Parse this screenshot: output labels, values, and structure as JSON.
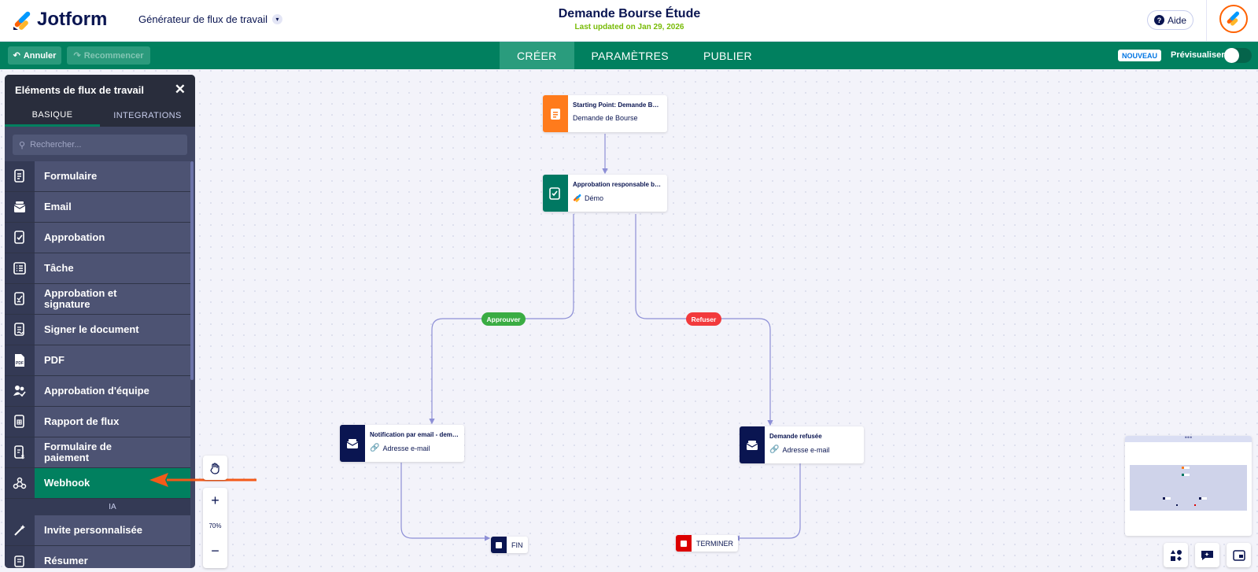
{
  "header": {
    "logo_text": "Jotform",
    "builder_selector": "Générateur de flux de travail",
    "form_title": "Demande Bourse Étude",
    "last_updated": "Last updated on Jan 29, 2026",
    "help_label": "Aide"
  },
  "toolbar": {
    "undo_label": "Annuler",
    "redo_label": "Recommencer",
    "tabs": [
      {
        "label": "CRÉER",
        "active": true
      },
      {
        "label": "PARAMÈTRES",
        "active": false
      },
      {
        "label": "PUBLIER",
        "active": false
      }
    ],
    "new_badge": "NOUVEAU",
    "preview_label": "Prévisualiser",
    "preview_on": false
  },
  "panel": {
    "title": "Eléments de flux de travail",
    "tabs": [
      {
        "label": "BASIQUE",
        "active": true
      },
      {
        "label": "INTEGRATIONS",
        "active": false
      }
    ],
    "search_placeholder": "Rechercher...",
    "items": [
      {
        "label": "Formulaire",
        "icon": "form-icon"
      },
      {
        "label": "Email",
        "icon": "email-icon"
      },
      {
        "label": "Approbation",
        "icon": "approval-icon"
      },
      {
        "label": "Tâche",
        "icon": "task-icon"
      },
      {
        "label": "Approbation et signature",
        "icon": "approval-signature-icon"
      },
      {
        "label": "Signer le document",
        "icon": "sign-document-icon"
      },
      {
        "label": "PDF",
        "icon": "pdf-icon"
      },
      {
        "label": "Approbation d'équipe",
        "icon": "team-approval-icon"
      },
      {
        "label": "Rapport de flux",
        "icon": "flow-report-icon"
      },
      {
        "label": "Formulaire de paiement",
        "icon": "payment-form-icon"
      },
      {
        "label": "Webhook",
        "icon": "webhook-icon",
        "selected": true
      }
    ],
    "section_ai": "IA",
    "ai_items": [
      {
        "label": "Invite personnalisée",
        "icon": "magic-wand-icon"
      },
      {
        "label": "Résumer",
        "icon": "summarize-icon"
      }
    ]
  },
  "canvas": {
    "zoom": "70%",
    "nodes": {
      "start": {
        "title": "Starting Point: Demande Bou...",
        "subtitle": "Demande de Bourse",
        "color": "#ff7b1c"
      },
      "approval": {
        "title": "Approbation responsable bo...",
        "subtitle": "Démo",
        "color": "#007862"
      },
      "notify": {
        "title": "Notification par email - dema...",
        "subtitle": "Adresse e-mail",
        "color": "#0a1551"
      },
      "refused": {
        "title": "Demande refusée",
        "subtitle": "Adresse e-mail",
        "color": "#0a1551"
      }
    },
    "branches": {
      "approve": {
        "label": "Approuver",
        "color": "#3aac43"
      },
      "refuse": {
        "label": "Refuser",
        "color": "#f23a3c"
      }
    },
    "ends": {
      "fin": {
        "label": "FIN",
        "color": "#0a1551"
      },
      "terminate": {
        "label": "TERMINER",
        "color": "#dc0000"
      }
    }
  }
}
